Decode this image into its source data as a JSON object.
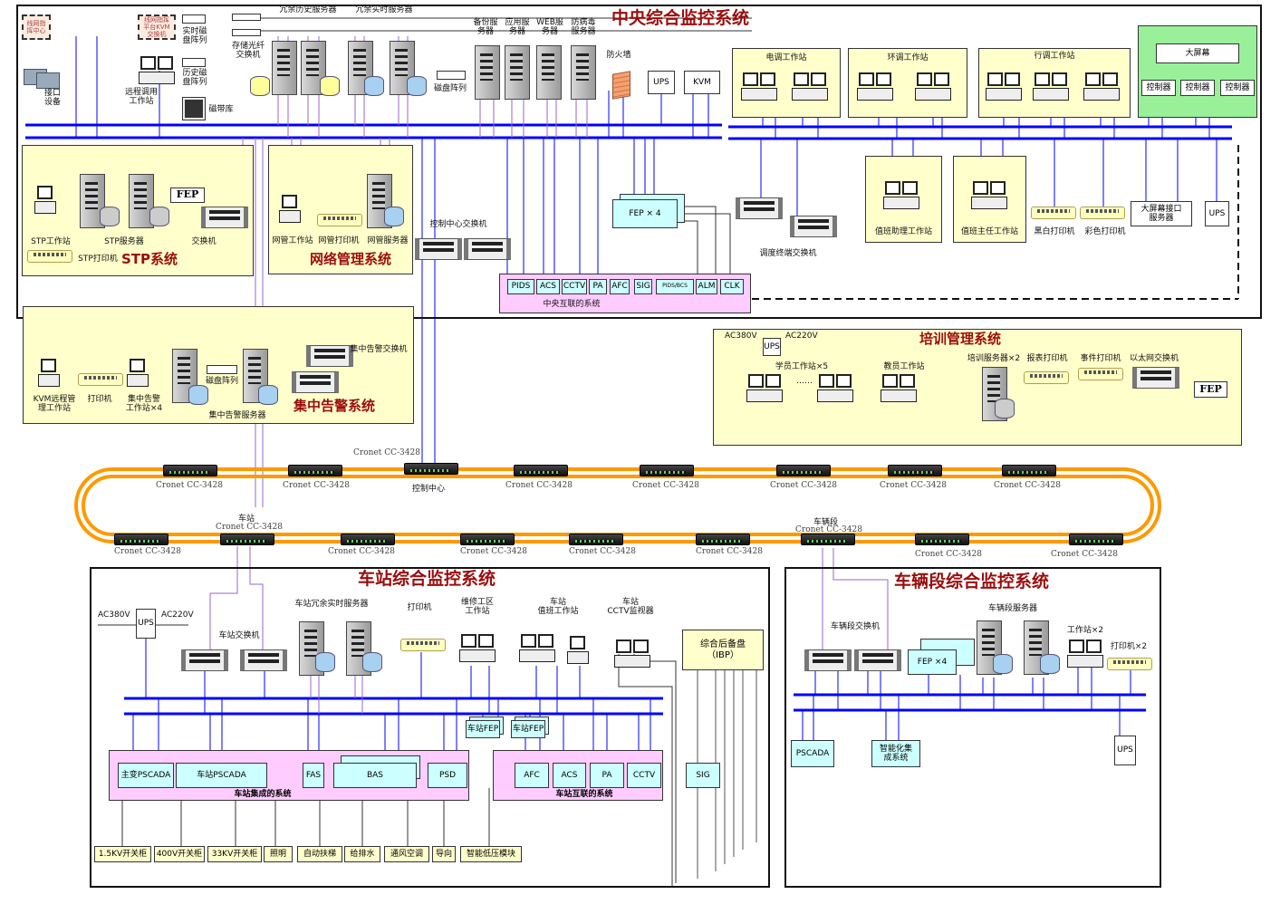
{
  "colors": {
    "bus": "#0000ff",
    "title": "#9b0d0d",
    "region_yellow": "#ffffcc",
    "region_green": "#99f099",
    "region_pink": "#ffccff",
    "box_cyan": "#ccffff",
    "ring_fiber": "#ff9900",
    "link_purple": "#9966cc"
  },
  "central": {
    "title": "中央综合监控系统",
    "line_command_center": "线网指\n挥中心",
    "line_kvm_switch": "线网指挥\n平台KVM\n交换机",
    "interface_device": "接口\n设备",
    "remote_workstation": "远程调用\n工作站",
    "realtime_disk_array": "实时磁\n盘阵列",
    "history_disk_array": "历史磁\n盘阵列",
    "storage_fc_switch": "存储光纤\n交换机",
    "tape_library": "磁带库",
    "redundant_history_servers": "冗余历史服务器",
    "redundant_realtime_servers": "冗余实时服务器",
    "backup_server": "备份服\n务器",
    "app_server": "应用服\n务器",
    "web_server": "WEB服\n务器",
    "antivirus_server": "防病毒\n服务器",
    "disk_array": "磁盘阵列",
    "firewall": "防火墙",
    "ups": "UPS",
    "kvm": "KVM",
    "power_ws": "电调工作站",
    "env_ws": "环调工作站",
    "traffic_ws": "行调工作站",
    "big_screen": "大屏幕",
    "controllers": [
      "控制器",
      "控制器",
      "控制器"
    ],
    "stp": {
      "title": "STP系统",
      "workstation": "STP工作站",
      "server": "STP服务器",
      "switch": "交换机",
      "fep": "FEP",
      "printer": "STP打印机"
    },
    "netmgmt": {
      "title": "网络管理系统",
      "workstation": "网管工作站",
      "printer": "网管打印机",
      "server": "网管服务器"
    },
    "cc_switch": "控制中心交换机",
    "fep4": "FEP × 4",
    "dispatch_switch": "调度终端交换机",
    "duty_assistant_ws": "值班助理工作站",
    "duty_chief_ws": "值班主任工作站",
    "bw_printer": "黑白打印机",
    "color_printer": "彩色打印机",
    "screen_if_server": "大屏幕接口\n服务器",
    "ups2": "UPS",
    "interconnect": {
      "label": "中央互联的系统",
      "items": [
        "PIDS",
        "ACS",
        "CCTV",
        "PA",
        "AFC",
        "SIG",
        "PIDS/BCS",
        "ALM",
        "CLK"
      ]
    }
  },
  "alarm": {
    "title": "集中告警系统",
    "kvm_ws": "KVM远程管\n理工作站",
    "printer": "打印机",
    "alarm_ws": "集中告警\n工作站×4",
    "disk_array": "磁盘阵列",
    "server": "集中告警服务器",
    "switch": "集中告警交换机"
  },
  "training": {
    "title": "培训管理系统",
    "ac380": "AC380V",
    "ups": "UPS",
    "ac220": "AC220V",
    "student_ws": "学员工作站×5",
    "dots": "……",
    "teacher_ws": "教员工作站",
    "server": "培训服务器×2",
    "report_printer": "报表打印机",
    "event_printer": "事件打印机",
    "eth_switch": "以太网交换机",
    "fep": "FEP"
  },
  "ring": {
    "device_model": "Cronet CC-3428",
    "control_center": "控制中心",
    "station": "车站",
    "depot": "车辆段",
    "top_labels": [
      "Cronet CC-3428",
      "Cronet CC-3428",
      "Cronet CC-3428",
      "Cronet CC-3428",
      "Cronet CC-3428",
      "Cronet CC-3428",
      "Cronet CC-3428",
      "Cronet CC-3428"
    ],
    "bottom_labels": [
      "Cronet CC-3428",
      "Cronet CC-3428",
      "Cronet CC-3428",
      "Cronet CC-3428",
      "Cronet CC-3428",
      "Cronet CC-3428",
      "Cronet CC-3428",
      "Cronet CC-3428",
      "Cronet CC-3428"
    ]
  },
  "station": {
    "title": "车站综合监控系统",
    "ac380": "AC380V",
    "ups": "UPS",
    "ac220": "AC220V",
    "switch": "车站交换机",
    "servers": "车站冗余实时服务器",
    "printer": "打印机",
    "maint_ws": "维修工区\n工作站",
    "duty_ws": "车站\n值班工作站",
    "cctv_monitor": "车站\nCCTV监视器",
    "ibp": "综合后备盘\n（IBP）",
    "fep": [
      "车站FEP",
      "车站FEP"
    ],
    "integrated_label": "车站集成的系统",
    "integrated": [
      "主变PSCADA",
      "车站PSCADA",
      "FAS",
      "BAS",
      "PSD"
    ],
    "interconnect_label": "车站互联的系统",
    "interconnect": [
      "AFC",
      "ACS",
      "PA",
      "CCTV"
    ],
    "sig": "SIG",
    "field": [
      "1.5KV开关柜",
      "400V开关柜",
      "33KV开关柜",
      "照明",
      "自动扶梯",
      "给排水",
      "通风空调",
      "导向",
      "智能低压模块"
    ]
  },
  "depot": {
    "title": "车辆段综合监控系统",
    "switch": "车辆段交换机",
    "fep4": "FEP ×4",
    "servers": "车辆段服务器",
    "ws": "工作站×2",
    "printer": "打印机×2",
    "pscada": "PSCADA",
    "ibms": "智能化集\n成系统",
    "ups": "UPS"
  }
}
